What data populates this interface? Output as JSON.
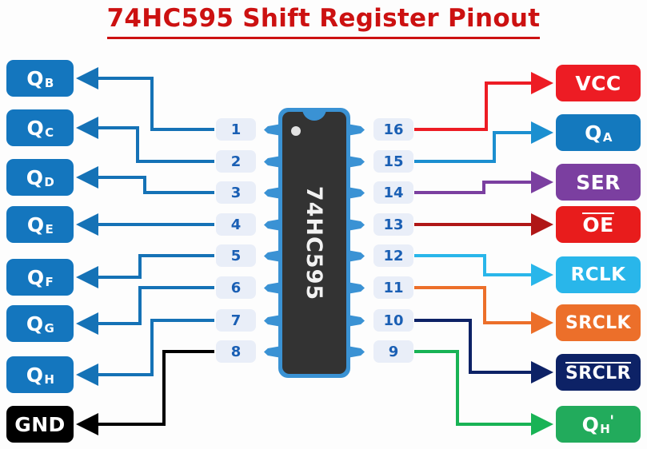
{
  "title": "74HC595 Shift Register Pinout",
  "chip": {
    "part_number": "74HC595",
    "dot_marker": "pin1-indicator-dot",
    "notch": "orientation-notch"
  },
  "pins": {
    "left": [
      {
        "number": "1",
        "label_text": "Q",
        "label_sub": "B",
        "label_color": "#1476be",
        "wire_color": "#1572b6"
      },
      {
        "number": "2",
        "label_text": "Q",
        "label_sub": "C",
        "label_color": "#1476be",
        "wire_color": "#1572b6"
      },
      {
        "number": "3",
        "label_text": "Q",
        "label_sub": "D",
        "label_color": "#1476be",
        "wire_color": "#1572b6"
      },
      {
        "number": "4",
        "label_text": "Q",
        "label_sub": "E",
        "label_color": "#1476be",
        "wire_color": "#1572b6"
      },
      {
        "number": "5",
        "label_text": "Q",
        "label_sub": "F",
        "label_color": "#1476be",
        "wire_color": "#1572b6"
      },
      {
        "number": "6",
        "label_text": "Q",
        "label_sub": "G",
        "label_color": "#1476be",
        "wire_color": "#1572b6"
      },
      {
        "number": "7",
        "label_text": "Q",
        "label_sub": "H",
        "label_color": "#1476be",
        "wire_color": "#1572b6"
      },
      {
        "number": "8",
        "label_text": "GND",
        "label_sub": "",
        "label_color": "#000000",
        "wire_color": "#000000"
      }
    ],
    "right": [
      {
        "number": "16",
        "label_text": "VCC",
        "label_sub": "",
        "overline": false,
        "prime": false,
        "label_color": "#ed1c24",
        "wire_color": "#ed1c24"
      },
      {
        "number": "15",
        "label_text": "Q",
        "label_sub": "A",
        "overline": false,
        "prime": false,
        "label_color": "#1479be",
        "wire_color": "#1b8fd0"
      },
      {
        "number": "14",
        "label_text": "SER",
        "label_sub": "",
        "overline": false,
        "prime": false,
        "label_color": "#7b3fa0",
        "wire_color": "#7b3fa0"
      },
      {
        "number": "13",
        "label_text": "OE",
        "label_sub": "",
        "overline": true,
        "prime": false,
        "label_color": "#e81c1c",
        "wire_color": "#b01717"
      },
      {
        "number": "12",
        "label_text": "RCLK",
        "label_sub": "",
        "overline": false,
        "prime": false,
        "label_color": "#29b6ea",
        "wire_color": "#29b6ea"
      },
      {
        "number": "11",
        "label_text": "SRCLK",
        "label_sub": "",
        "overline": false,
        "prime": false,
        "label_color": "#ec6f2a",
        "wire_color": "#ec6f2a"
      },
      {
        "number": "10",
        "label_text": "SRCLR",
        "label_sub": "",
        "overline": true,
        "prime": false,
        "label_color": "#0d2266",
        "wire_color": "#0d2266"
      },
      {
        "number": "9",
        "label_text": "Q",
        "label_sub": "H",
        "overline": false,
        "prime": true,
        "label_color": "#22ab5c",
        "wire_color": "#18b355"
      }
    ]
  },
  "colors": {
    "title": "#cc1111",
    "chip_body": "#333333",
    "chip_pins": "#3a92d4",
    "pin_number_bg": "#e9eef8",
    "pin_number_text": "#1a5fb4",
    "background": "#fdfdfd"
  }
}
